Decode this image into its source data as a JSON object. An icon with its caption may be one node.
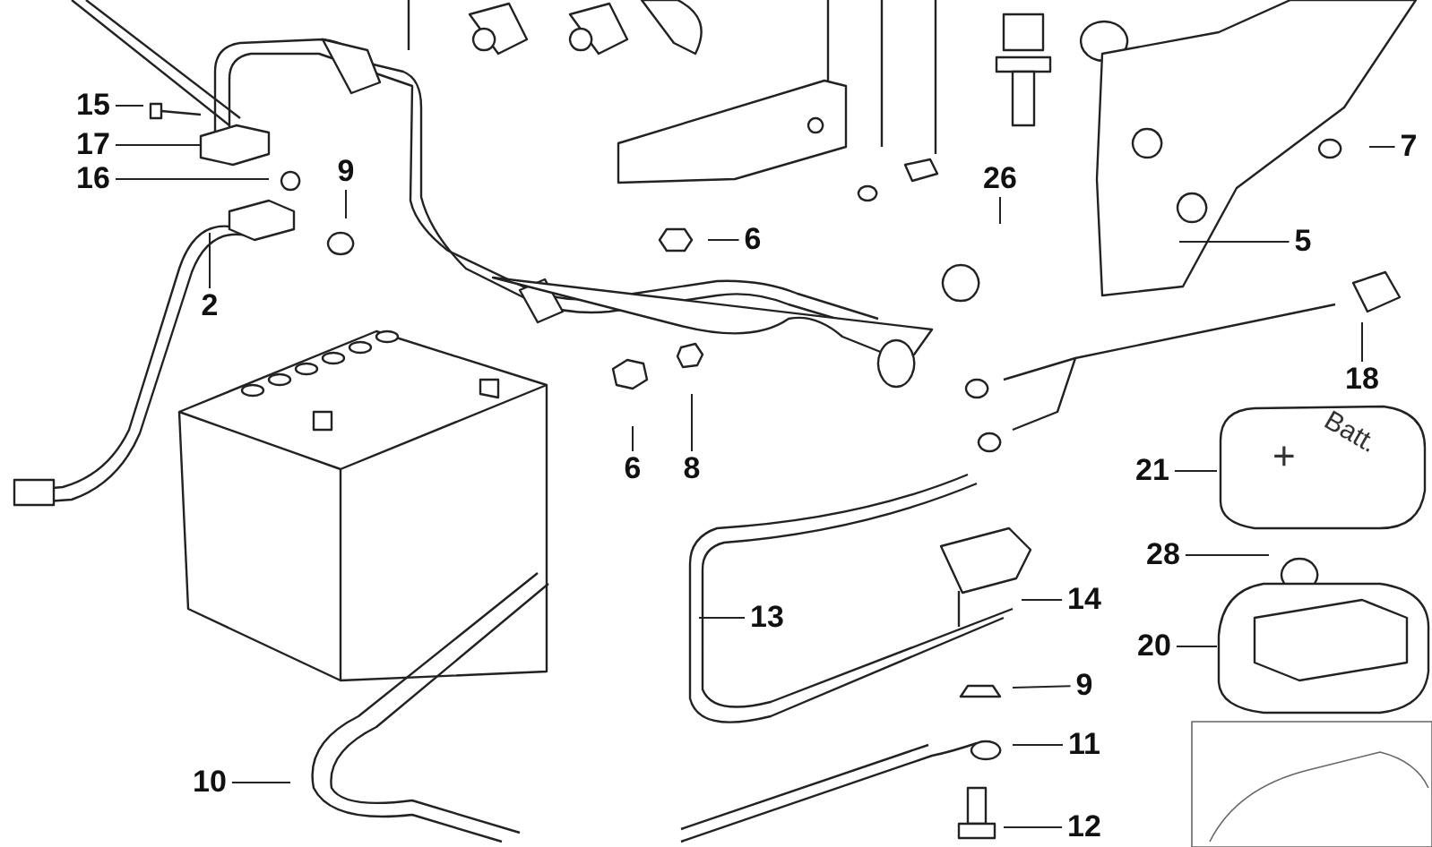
{
  "diagram": {
    "nodes": [
      {
        "text": [
          "15"
        ]
      },
      {
        "text": [
          "17"
        ]
      },
      {
        "text": [
          "16"
        ]
      },
      {
        "text": [
          "9"
        ]
      },
      {
        "text": [
          "2"
        ]
      },
      {
        "text": [
          "6"
        ]
      },
      {
        "text": [
          "26"
        ]
      },
      {
        "text": [
          "7"
        ]
      },
      {
        "text": [
          "5"
        ]
      },
      {
        "text": [
          "18"
        ]
      },
      {
        "text": [
          "6"
        ]
      },
      {
        "text": [
          "8"
        ]
      },
      {
        "text": [
          "21"
        ]
      },
      {
        "text": [
          "28"
        ]
      },
      {
        "text": [
          "20"
        ]
      },
      {
        "text": [
          "13"
        ]
      },
      {
        "text": [
          "14"
        ]
      },
      {
        "text": [
          "9"
        ]
      },
      {
        "text": [
          "11"
        ]
      },
      {
        "text": [
          "10"
        ]
      },
      {
        "text": [
          "12"
        ]
      },
      {
        "text": [
          "Batt.",
          "+"
        ]
      }
    ],
    "edges": [
      {
        "from": 0,
        "to": null,
        "arrow": "none"
      },
      {
        "from": 1,
        "to": null,
        "arrow": "none"
      },
      {
        "from": 2,
        "to": null,
        "arrow": "none"
      },
      {
        "from": 3,
        "to": null,
        "arrow": "none"
      },
      {
        "from": 4,
        "to": null,
        "arrow": "none"
      },
      {
        "from": 5,
        "to": null,
        "arrow": "none"
      },
      {
        "from": 6,
        "to": null,
        "arrow": "none"
      },
      {
        "from": 7,
        "to": null,
        "arrow": "none"
      },
      {
        "from": 8,
        "to": null,
        "arrow": "none"
      },
      {
        "from": 9,
        "to": null,
        "arrow": "none"
      },
      {
        "from": 10,
        "to": null,
        "arrow": "none"
      },
      {
        "from": 11,
        "to": null,
        "arrow": "none"
      },
      {
        "from": 12,
        "to": 21,
        "arrow": "none"
      },
      {
        "from": 13,
        "to": null,
        "arrow": "none"
      },
      {
        "from": 14,
        "to": null,
        "arrow": "none"
      },
      {
        "from": 15,
        "to": null,
        "arrow": "none"
      },
      {
        "from": 16,
        "to": null,
        "arrow": "none"
      },
      {
        "from": 17,
        "to": null,
        "arrow": "none"
      },
      {
        "from": 18,
        "to": null,
        "arrow": "none"
      },
      {
        "from": 19,
        "to": null,
        "arrow": "none"
      },
      {
        "from": 20,
        "to": null,
        "arrow": "none"
      }
    ],
    "labels": []
  }
}
